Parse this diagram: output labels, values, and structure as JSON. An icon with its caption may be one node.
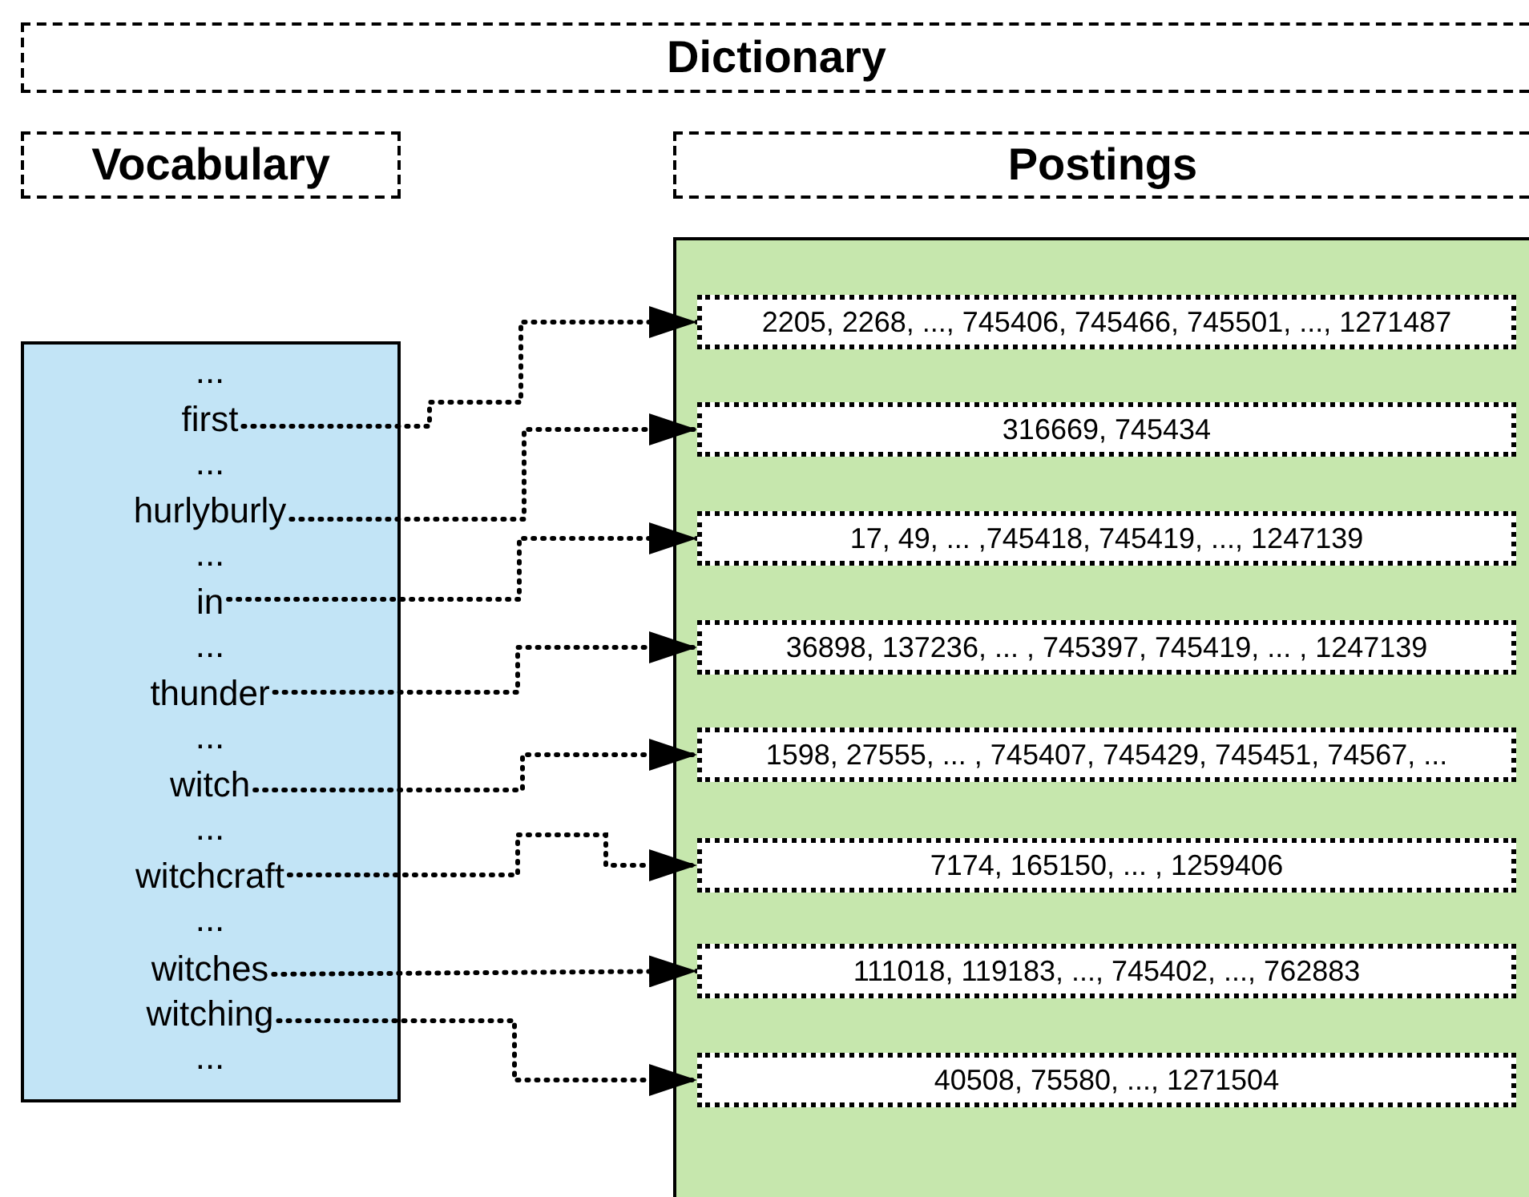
{
  "diagram": {
    "nodes": [
      {
        "text": [
          "Dictionary"
        ]
      },
      {
        "text": [
          "Vocabulary"
        ]
      },
      {
        "text": [
          "Postings"
        ]
      },
      {
        "text": [],
        "shape": "box"
      },
      {
        "text": [
          "first"
        ],
        "in": 3
      },
      {
        "text": [
          "hurlyburly"
        ],
        "in": 3
      },
      {
        "text": [
          "in"
        ],
        "in": 3
      },
      {
        "text": [
          "thunder"
        ],
        "in": 3
      },
      {
        "text": [
          "witch"
        ],
        "in": 3
      },
      {
        "text": [
          "witchcraft"
        ],
        "in": 3
      },
      {
        "text": [
          "witches"
        ],
        "in": 3
      },
      {
        "text": [
          "witching"
        ],
        "in": 3
      },
      {
        "text": [],
        "shape": "box"
      },
      {
        "text": [
          "2205, 2268, ..., 745406, 745466, 745501, ..., 1271487"
        ],
        "in": 12
      },
      {
        "text": [
          "316669, 745434"
        ],
        "in": 12
      },
      {
        "text": [
          "17, 49, ... ,745418, 745419, ..., 1247139"
        ],
        "in": 12
      },
      {
        "text": [
          "36898, 137236, ... , 745397, 745419, ... , 1247139"
        ],
        "in": 12
      },
      {
        "text": [
          "1598, 27555, ... , 745407, 745429, 745451, 74567, ..."
        ],
        "in": 12
      },
      {
        "text": [
          "7174, 165150, ... , 1259406"
        ],
        "in": 12
      },
      {
        "text": [
          "111018, 119183, ..., 745402, ..., 762883"
        ],
        "in": 12
      },
      {
        "text": [
          "40508, 75580, ..., 1271504"
        ],
        "in": 12
      }
    ],
    "edges": [
      {
        "from": 4,
        "to": 13,
        "arrow": "to"
      },
      {
        "from": 5,
        "to": 14,
        "arrow": "to"
      },
      {
        "from": 6,
        "to": 15,
        "arrow": "to"
      },
      {
        "from": 7,
        "to": 16,
        "arrow": "to"
      },
      {
        "from": 8,
        "to": 17,
        "arrow": "to"
      },
      {
        "from": 9,
        "to": 18,
        "arrow": "to"
      },
      {
        "from": 10,
        "to": 19,
        "arrow": "to"
      },
      {
        "from": 11,
        "to": 20,
        "arrow": "to"
      }
    ],
    "labels": [
      "...",
      "...",
      "...",
      "...",
      "...",
      "...",
      "...",
      "..."
    ]
  }
}
